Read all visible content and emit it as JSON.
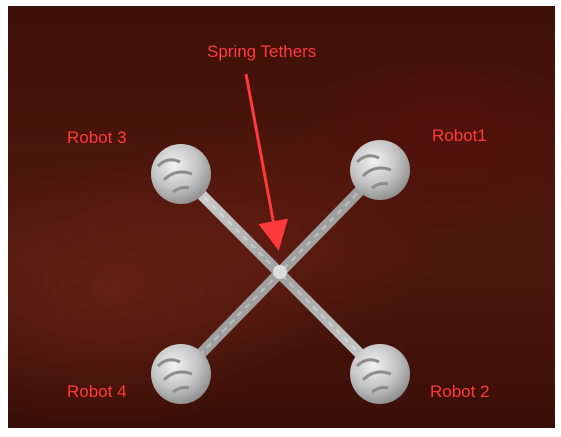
{
  "annotation": {
    "label": "Spring Tethers",
    "color": "#ff3a3a"
  },
  "robots": [
    {
      "id": "robot-1",
      "label": "Robot1"
    },
    {
      "id": "robot-2",
      "label": "Robot 2"
    },
    {
      "id": "robot-3",
      "label": "Robot 3"
    },
    {
      "id": "robot-4",
      "label": "Robot 4"
    }
  ],
  "colors": {
    "background": "#4a150b",
    "robot": "#c9c9c9",
    "tether": "#b8b8b8",
    "label": "#ff3a3a"
  }
}
